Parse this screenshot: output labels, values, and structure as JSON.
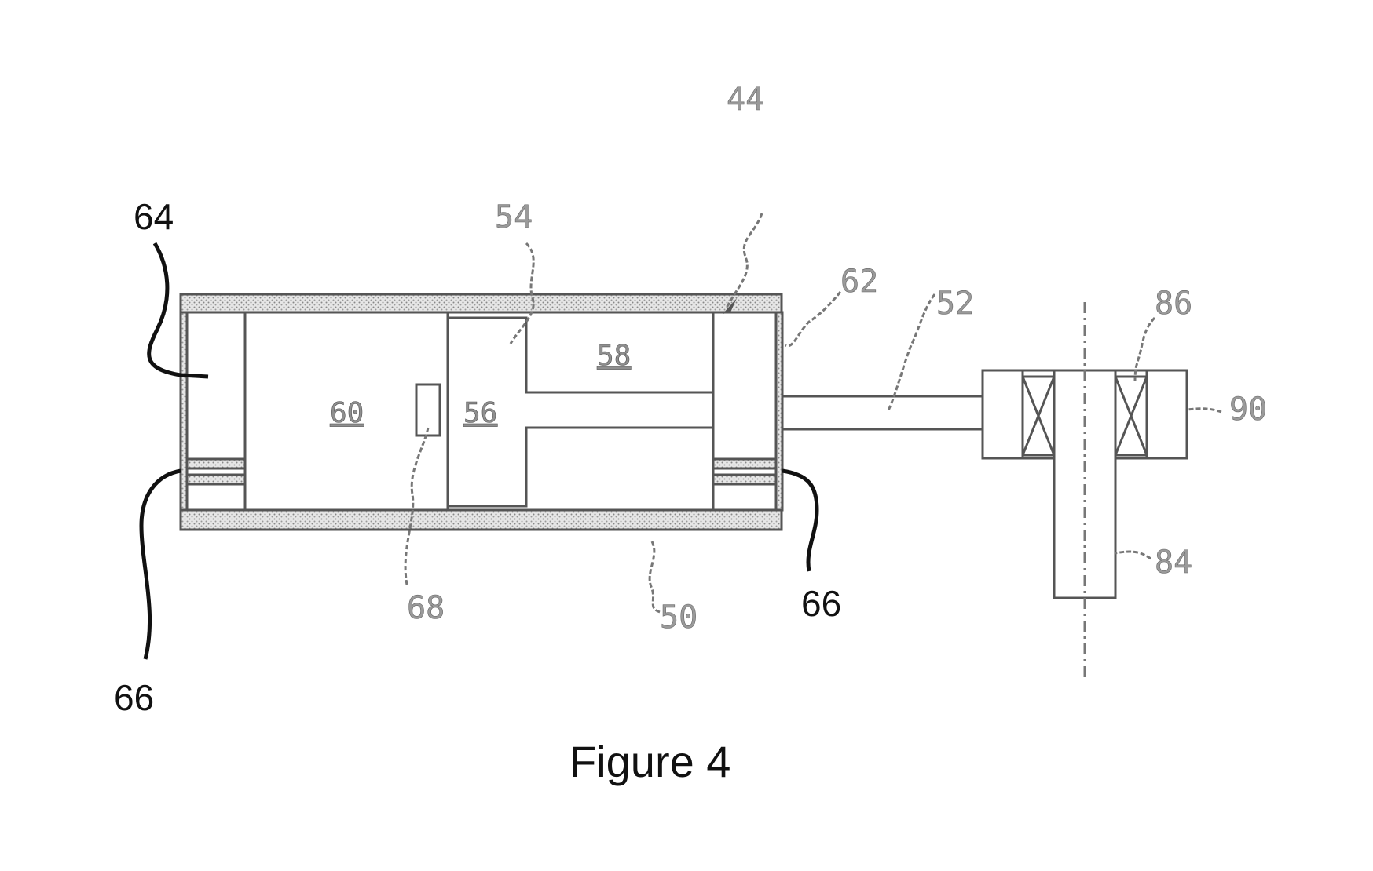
{
  "figure": {
    "caption": "Figure 4"
  },
  "labels": {
    "assembly": "44",
    "cylinder": "50",
    "rod": "52",
    "piston": "54",
    "piston_head": "56",
    "chamber_rod_side": "58",
    "chamber_head_side": "60",
    "end_cap_right": "62",
    "end_cap_left": "64",
    "seal_left": "66",
    "seal_right": "66",
    "sensor": "68",
    "shaft": "84",
    "bearing": "86",
    "housing": "90"
  }
}
